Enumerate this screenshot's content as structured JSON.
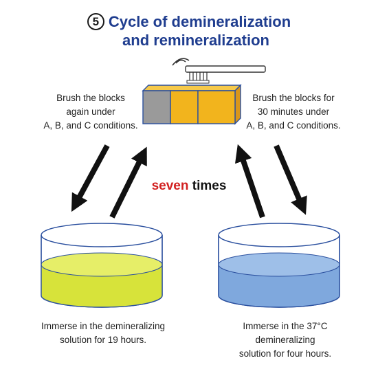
{
  "title": {
    "number": "5",
    "line1": "Cycle of demineralization",
    "line2": "and remineralization"
  },
  "labels": {
    "top_left": [
      "Brush the blocks",
      "again under",
      "A, B, and C conditions."
    ],
    "top_right": [
      "Brush the blocks for",
      "30 minutes under",
      "A, B, and C conditions."
    ],
    "bottom_left": [
      "Immerse in the demineralizing",
      "solution for 19 hours."
    ],
    "bottom_right": [
      "Immerse in the 37°C",
      "demineralizing",
      "solution for four hours."
    ]
  },
  "center": {
    "count": "seven",
    "unit": " times"
  },
  "colors": {
    "title": "#1f3d8f",
    "count": "#d22020",
    "block_gray": "#9a9a9a",
    "block_orange": "#f2b41d",
    "solution_green": "#d7e33a",
    "solution_blue": "#7fa8dd",
    "container_outline": "#2a4f9e"
  },
  "icons": [
    "toothbrush-icon",
    "tooth-block-icon",
    "beaker-icon",
    "arrow-icon"
  ]
}
